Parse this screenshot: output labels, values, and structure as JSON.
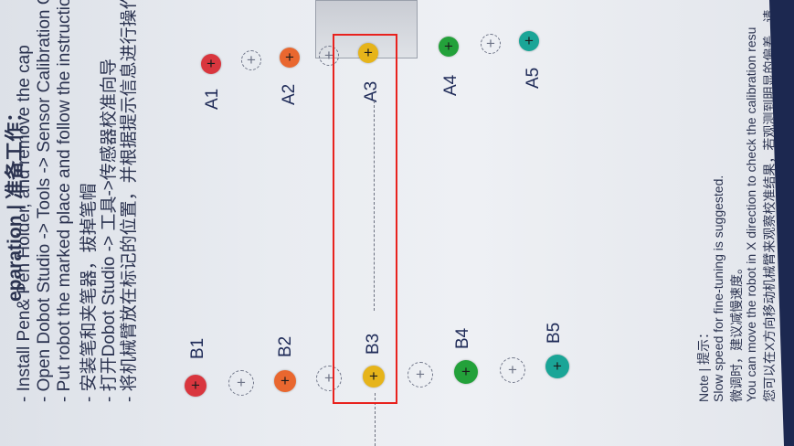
{
  "preparation": {
    "title": "eparation | 准备工作：",
    "lines": [
      "- Install Pen& Pen Holder, and remove the cap",
      "- Open Dobot Studio -> Tools -> Sensor Calibration Gui",
      "- Put robot the marked place and follow the instructions",
      "- 安装笔和夹笔器，拔掉笔帽",
      "- 打开Dobot Studio -> 工具->传感器校准向导",
      "- 将机械臂放在标记的位置，并根据提示信息进行操作来完成"
    ]
  },
  "markers": {
    "b": [
      "B1",
      "B2",
      "B3",
      "B4",
      "B5"
    ],
    "a": [
      "A1",
      "A2",
      "A3",
      "A4",
      "A5"
    ],
    "cross_symbol": "+"
  },
  "note": {
    "lines": [
      "Note | 提示：",
      "Slow speed for fine-tuning is suggested.",
      "微调时，建议减慢速度。",
      "You can move the robot in X direction to check the calibration resu",
      "您可以在X方向移动机械臂来观察校准结果，若观测到明显的偏差，请"
    ]
  },
  "colors": {
    "highlight": "#e8221e",
    "red": "#d9363e",
    "orange": "#e9672f",
    "yellow": "#e6b41a",
    "green": "#23a13a",
    "teal": "#1aa597"
  }
}
